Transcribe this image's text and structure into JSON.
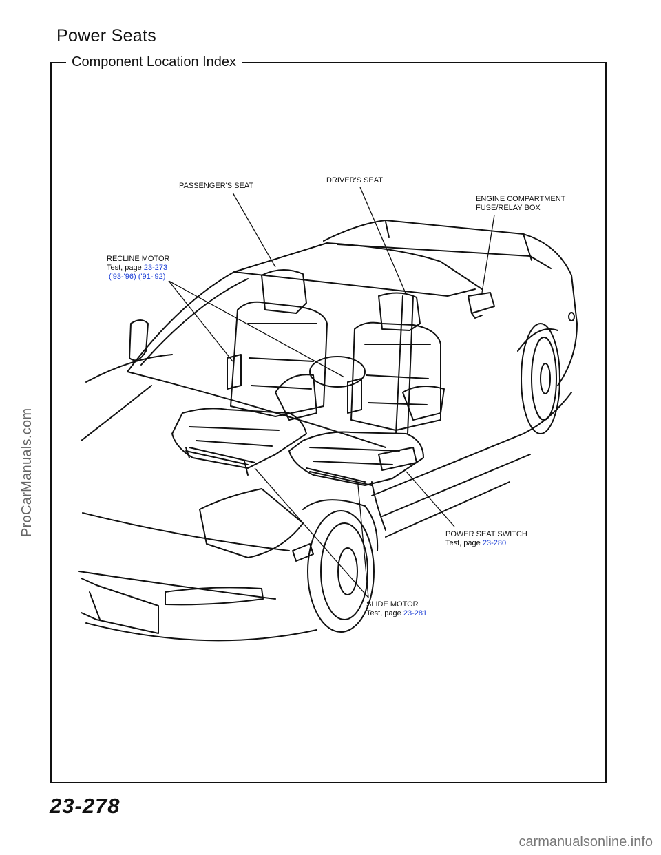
{
  "page": {
    "title": "Power Seats",
    "section": "Component Location Index",
    "page_number": "23-278"
  },
  "labels": {
    "passenger_seat": "PASSENGER'S SEAT",
    "driver_seat": "DRIVER'S SEAT",
    "engine_box_line1": "ENGINE COMPARTMENT",
    "engine_box_line2": "FUSE/RELAY BOX",
    "recline_title": "RECLINE MOTOR",
    "recline_test": "Test, page",
    "recline_ref": "23-273",
    "recline_years": "('93-'96) ('91-'92)",
    "switch_title": "POWER SEAT SWITCH",
    "switch_test": "Test, page",
    "switch_ref": "23-280",
    "slide_title": "SLIDE MOTOR",
    "slide_test": "Test, page",
    "slide_ref": "23-281"
  },
  "watermarks": {
    "side": "ProCarManuals.com",
    "bottom": "carmanualsonline.info"
  },
  "colors": {
    "link": "#1c3fd6",
    "ink": "#111111"
  }
}
